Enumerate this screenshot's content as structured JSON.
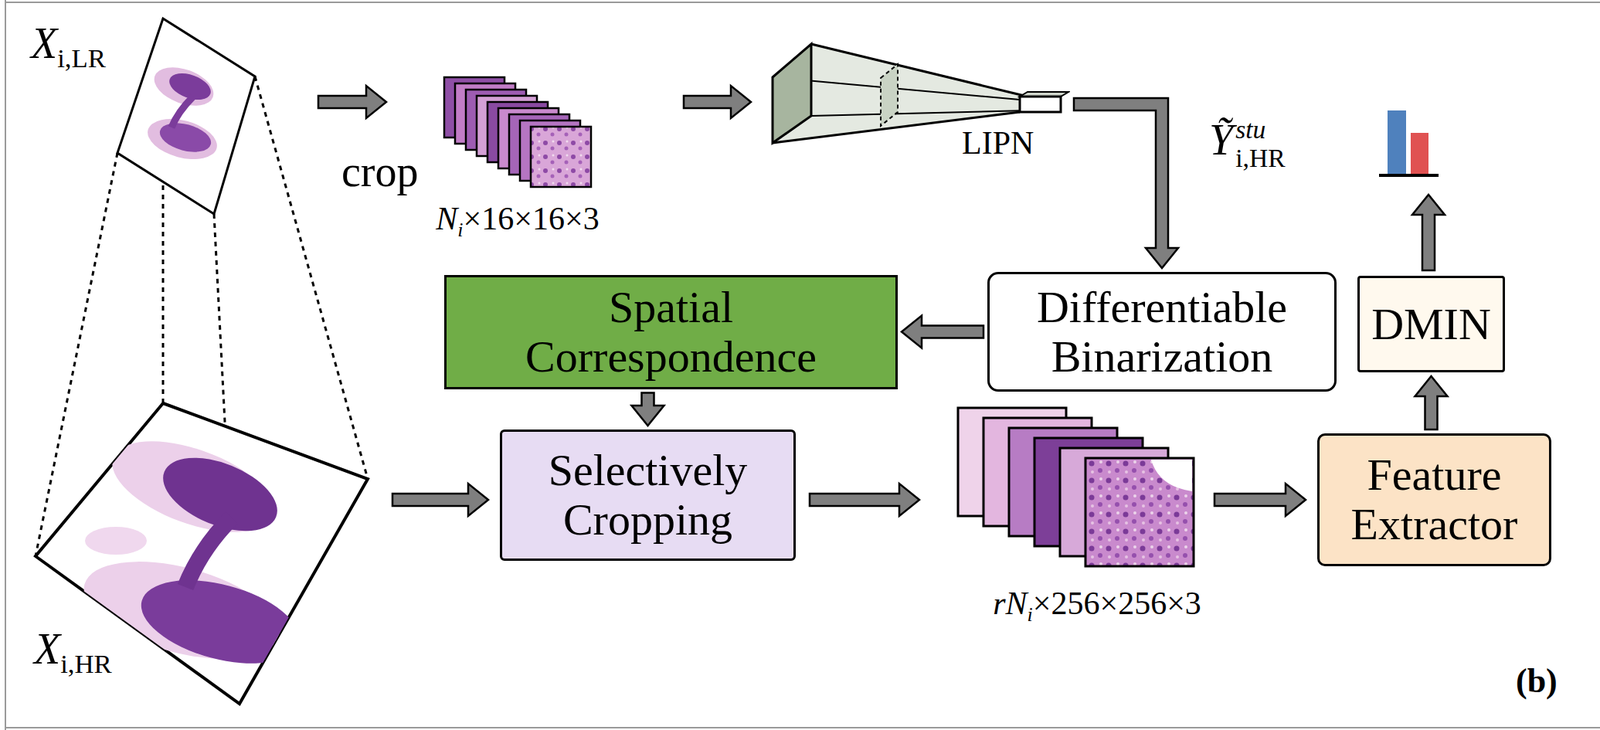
{
  "diagram": {
    "nodes": [
      {
        "text": [
          "LIPN"
        ]
      },
      {
        "text": [
          "Differentiable Binarization"
        ]
      },
      {
        "text": [
          "Spatial Correspondence"
        ]
      },
      {
        "text": [
          "Selectively Cropping"
        ]
      },
      {
        "text": [
          "Feature Extractor"
        ]
      },
      {
        "text": [
          "DMIN"
        ]
      }
    ],
    "edges": [
      {
        "from": 0,
        "to": 1,
        "arrow": "to"
      },
      {
        "from": 1,
        "to": 2,
        "arrow": "to"
      },
      {
        "from": 2,
        "to": 3,
        "arrow": "to"
      },
      {
        "from": 4,
        "to": 5,
        "arrow": "to"
      }
    ],
    "labels": [
      "X",
      "i,LR",
      "crop",
      "N",
      "i",
      "×16×16×3",
      "X",
      "i,HR",
      "r",
      "N",
      "i",
      "×256×256×3",
      "Ỹ",
      "stu",
      "i,HR",
      "(b)"
    ]
  }
}
